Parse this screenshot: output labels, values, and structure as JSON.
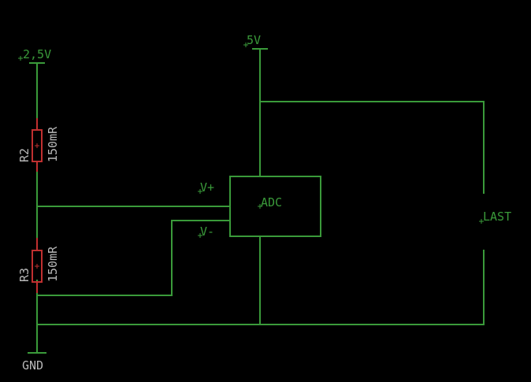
{
  "supplies": {
    "left_rail": "2,5V",
    "top_rail": "5V",
    "ground": "GND"
  },
  "resistors": [
    {
      "ref": "R2",
      "value": "150mR"
    },
    {
      "ref": "R3",
      "value": "150mR"
    }
  ],
  "adc": {
    "label": "ADC",
    "pin_plus": "V+",
    "pin_minus": "V-"
  },
  "load": {
    "label": "LAST"
  },
  "colors": {
    "background": "#000000",
    "wire": "#3a9a3a",
    "component": "#c03030",
    "component_label": "#b8b8b8"
  }
}
